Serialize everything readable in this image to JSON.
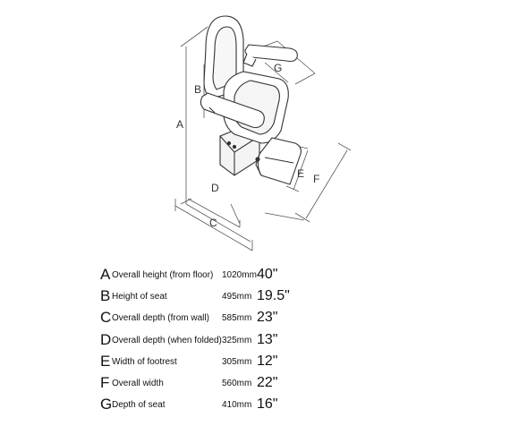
{
  "figure": {
    "labels": [
      "A",
      "B",
      "C",
      "D",
      "E",
      "F",
      "G"
    ]
  },
  "specs": [
    {
      "letter": "A",
      "label": "Overall height (from floor)",
      "mm": "1020mm",
      "inches": "40\""
    },
    {
      "letter": "B",
      "label": "Height of seat",
      "mm": "495mm",
      "inches": "19.5\""
    },
    {
      "letter": "C",
      "label": "Overall depth (from wall)",
      "mm": "585mm",
      "inches": "23\""
    },
    {
      "letter": "D",
      "label": "Overall depth (when folded)",
      "mm": "325mm",
      "inches": "13\""
    },
    {
      "letter": "E",
      "label": "Width of footrest",
      "mm": "305mm",
      "inches": "12\""
    },
    {
      "letter": "F",
      "label": "Overall width",
      "mm": "560mm",
      "inches": "22\""
    },
    {
      "letter": "G",
      "label": "Depth of seat",
      "mm": "410mm",
      "inches": "16\""
    }
  ]
}
